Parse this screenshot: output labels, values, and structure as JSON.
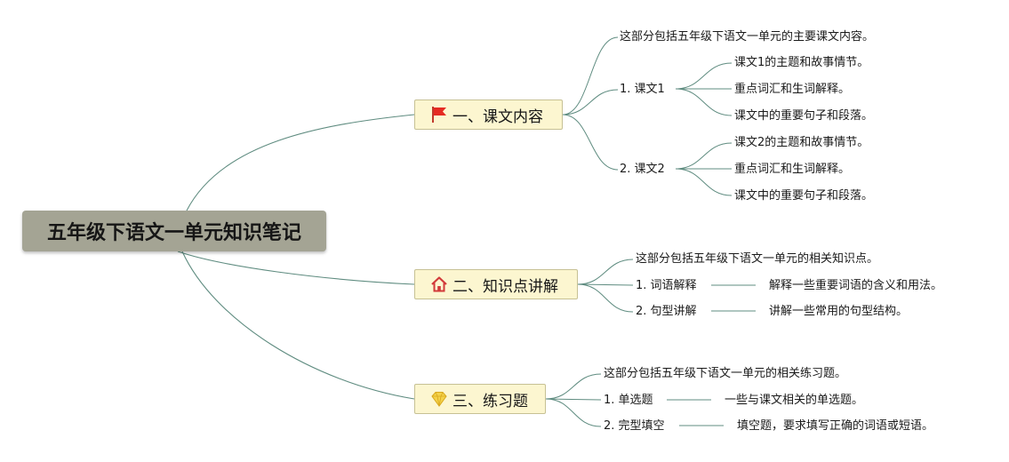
{
  "root": {
    "label": "五年级下语文一单元知识笔记"
  },
  "colors": {
    "line": "#5f8c80",
    "root_bg": "#a4a494",
    "topic_bg": "#fcf6d0",
    "topic_border": "#c7c194"
  },
  "topics": [
    {
      "label": "一、课文内容",
      "icon": "red-flag-icon",
      "children": [
        {
          "label": "这部分包括五年级下语文一单元的主要课文内容。"
        },
        {
          "label": "1. 课文1",
          "children": [
            {
              "label": "课文1的主题和故事情节。"
            },
            {
              "label": "重点词汇和生词解释。"
            },
            {
              "label": "课文中的重要句子和段落。"
            }
          ]
        },
        {
          "label": "2. 课文2",
          "children": [
            {
              "label": "课文2的主题和故事情节。"
            },
            {
              "label": "重点词汇和生词解释。"
            },
            {
              "label": "课文中的重要句子和段落。"
            }
          ]
        }
      ]
    },
    {
      "label": "二、知识点讲解",
      "icon": "home-icon",
      "children": [
        {
          "label": "这部分包括五年级下语文一单元的相关知识点。"
        },
        {
          "label": "1. 词语解释",
          "children": [
            {
              "label": "解释一些重要词语的含义和用法。"
            }
          ]
        },
        {
          "label": "2. 句型讲解",
          "children": [
            {
              "label": "讲解一些常用的句型结构。"
            }
          ]
        }
      ]
    },
    {
      "label": "三、练习题",
      "icon": "diamond-icon",
      "children": [
        {
          "label": "这部分包括五年级下语文一单元的相关练习题。"
        },
        {
          "label": "1. 单选题",
          "children": [
            {
              "label": "一些与课文相关的单选题。"
            }
          ]
        },
        {
          "label": "2. 完型填空",
          "children": [
            {
              "label": "填空题，要求填写正确的词语或短语。"
            }
          ]
        }
      ]
    }
  ]
}
